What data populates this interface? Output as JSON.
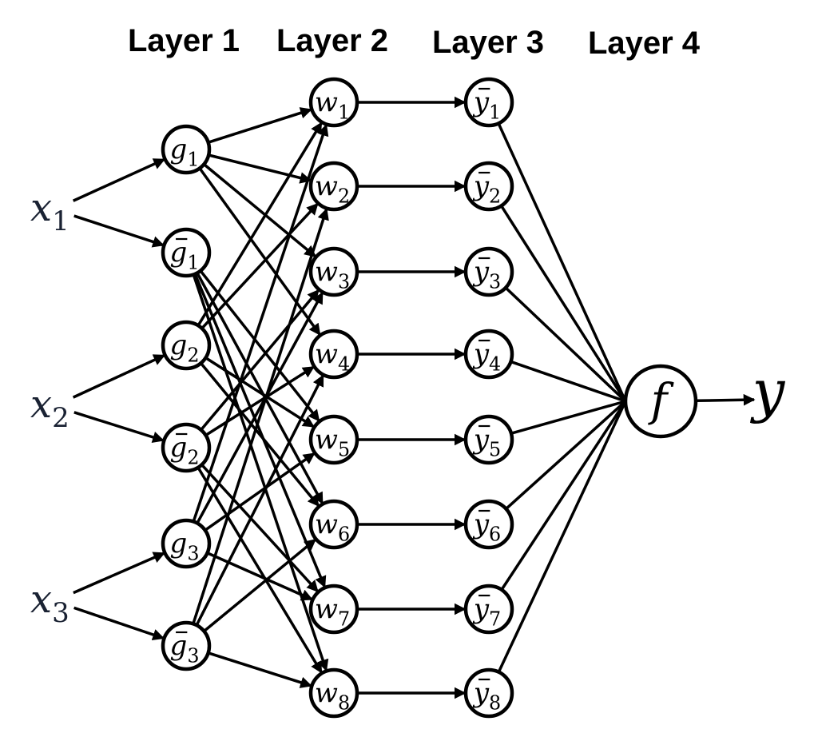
{
  "layers": [
    "Layer 1",
    "Layer 2",
    "Layer 3",
    "Layer 4"
  ],
  "inputs": [
    {
      "symbol": "x",
      "sub": "1"
    },
    {
      "symbol": "x",
      "sub": "2"
    },
    {
      "symbol": "x",
      "sub": "3"
    }
  ],
  "layer1_nodes": [
    {
      "symbol": "g",
      "sub": "1",
      "bar": false
    },
    {
      "symbol": "g",
      "sub": "1",
      "bar": true
    },
    {
      "symbol": "g",
      "sub": "2",
      "bar": false
    },
    {
      "symbol": "g",
      "sub": "2",
      "bar": true
    },
    {
      "symbol": "g",
      "sub": "3",
      "bar": false
    },
    {
      "symbol": "g",
      "sub": "3",
      "bar": true
    }
  ],
  "layer2_nodes": [
    {
      "symbol": "w",
      "sub": "1"
    },
    {
      "symbol": "w",
      "sub": "2"
    },
    {
      "symbol": "w",
      "sub": "3"
    },
    {
      "symbol": "w",
      "sub": "4"
    },
    {
      "symbol": "w",
      "sub": "5"
    },
    {
      "symbol": "w",
      "sub": "6"
    },
    {
      "symbol": "w",
      "sub": "7"
    },
    {
      "symbol": "w",
      "sub": "8"
    }
  ],
  "layer3_nodes": [
    {
      "symbol": "y",
      "sub": "1",
      "bar": true
    },
    {
      "symbol": "y",
      "sub": "2",
      "bar": true
    },
    {
      "symbol": "y",
      "sub": "3",
      "bar": true
    },
    {
      "symbol": "y",
      "sub": "4",
      "bar": true
    },
    {
      "symbol": "y",
      "sub": "5",
      "bar": true
    },
    {
      "symbol": "y",
      "sub": "6",
      "bar": true
    },
    {
      "symbol": "y",
      "sub": "7",
      "bar": true
    },
    {
      "symbol": "y",
      "sub": "8",
      "bar": true
    }
  ],
  "layer4_node": {
    "symbol": "f"
  },
  "output": {
    "symbol": "y"
  }
}
